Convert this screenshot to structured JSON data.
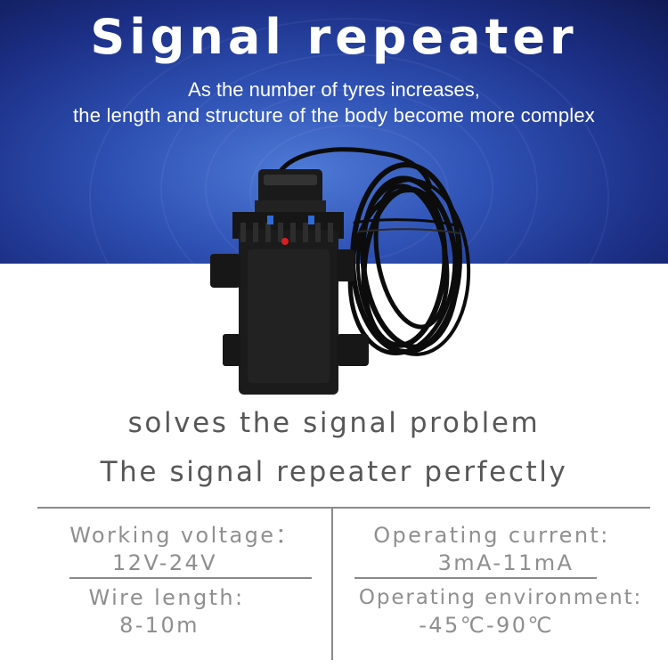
{
  "header": {
    "title": "Signal repeater",
    "subtitle_line1": "As the number of tyres increases,",
    "subtitle_line2": "the length and structure of the body become more complex"
  },
  "product": {
    "image": "signal-repeater-with-coiled-cable",
    "colors": {
      "body": "#1b1b1b",
      "cable": "#0c0c0c",
      "led": "#d62020",
      "blue_tab": "#2f6bd8"
    }
  },
  "tagline": {
    "line1": "solves the signal problem",
    "line2": "The signal repeater perfectly"
  },
  "specs": {
    "working_voltage": {
      "label": "Working voltage：",
      "value": "12V-24V"
    },
    "operating_current": {
      "label": "Operating current:",
      "value": "3mA-11mA"
    },
    "wire_length": {
      "label": "Wire length:",
      "value": "8-10m"
    },
    "operating_environment": {
      "label": "Operating environment:",
      "value": "-45℃-90℃"
    }
  },
  "colors": {
    "banner": "#2b4bb0",
    "text_dark": "#575757",
    "text_light": "#8f8f8f",
    "divider": "#8a8a8a"
  }
}
